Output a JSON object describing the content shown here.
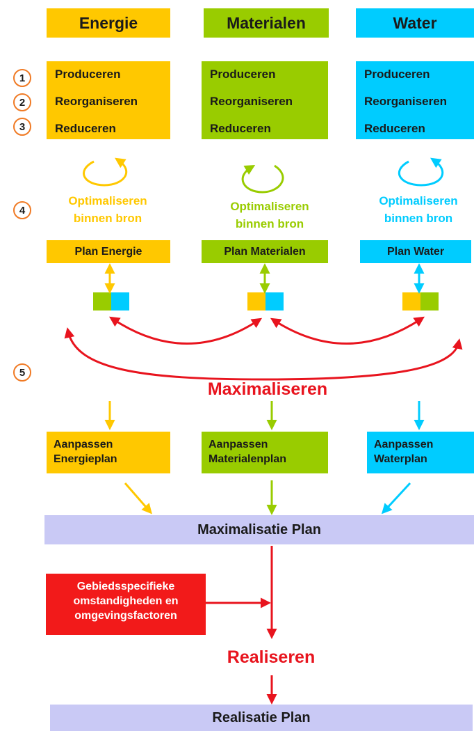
{
  "colors": {
    "energie": "#ffc800",
    "materialen": "#99cc00",
    "water": "#00ccff",
    "red": "#e8141e",
    "lavender": "#c9c9f5",
    "step_circle": "#f07a24"
  },
  "columns": [
    {
      "title": "Energie",
      "steps": [
        "Produceren",
        "Reorganiseren",
        "Reduceren"
      ],
      "optimize_line1": "Optimaliseren",
      "optimize_line2": "binnen bron",
      "plan": "Plan Energie",
      "adjust_line1": "Aanpassen",
      "adjust_line2": "Energieplan"
    },
    {
      "title": "Materialen",
      "steps": [
        "Produceren",
        "Reorganiseren",
        "Reduceren"
      ],
      "optimize_line1": "Optimaliseren",
      "optimize_line2": "binnen bron",
      "plan": "Plan Materialen",
      "adjust_line1": "Aanpassen",
      "adjust_line2": "Materialenplan"
    },
    {
      "title": "Water",
      "steps": [
        "Produceren",
        "Reorganiseren",
        "Reduceren"
      ],
      "optimize_line1": "Optimaliseren",
      "optimize_line2": "binnen bron",
      "plan": "Plan Water",
      "adjust_line1": "Aanpassen",
      "adjust_line2": "Waterplan"
    }
  ],
  "step_numbers": [
    "1",
    "2",
    "3",
    "4",
    "5"
  ],
  "maximaliseren": "Maximaliseren",
  "max_plan": "Maximalisatie Plan",
  "context_box": [
    "Gebiedsspecifieke",
    "omstandigheden en",
    "omgevingsfactoren"
  ],
  "realiseren": "Realiseren",
  "realisatie_plan": "Realisatie Plan"
}
